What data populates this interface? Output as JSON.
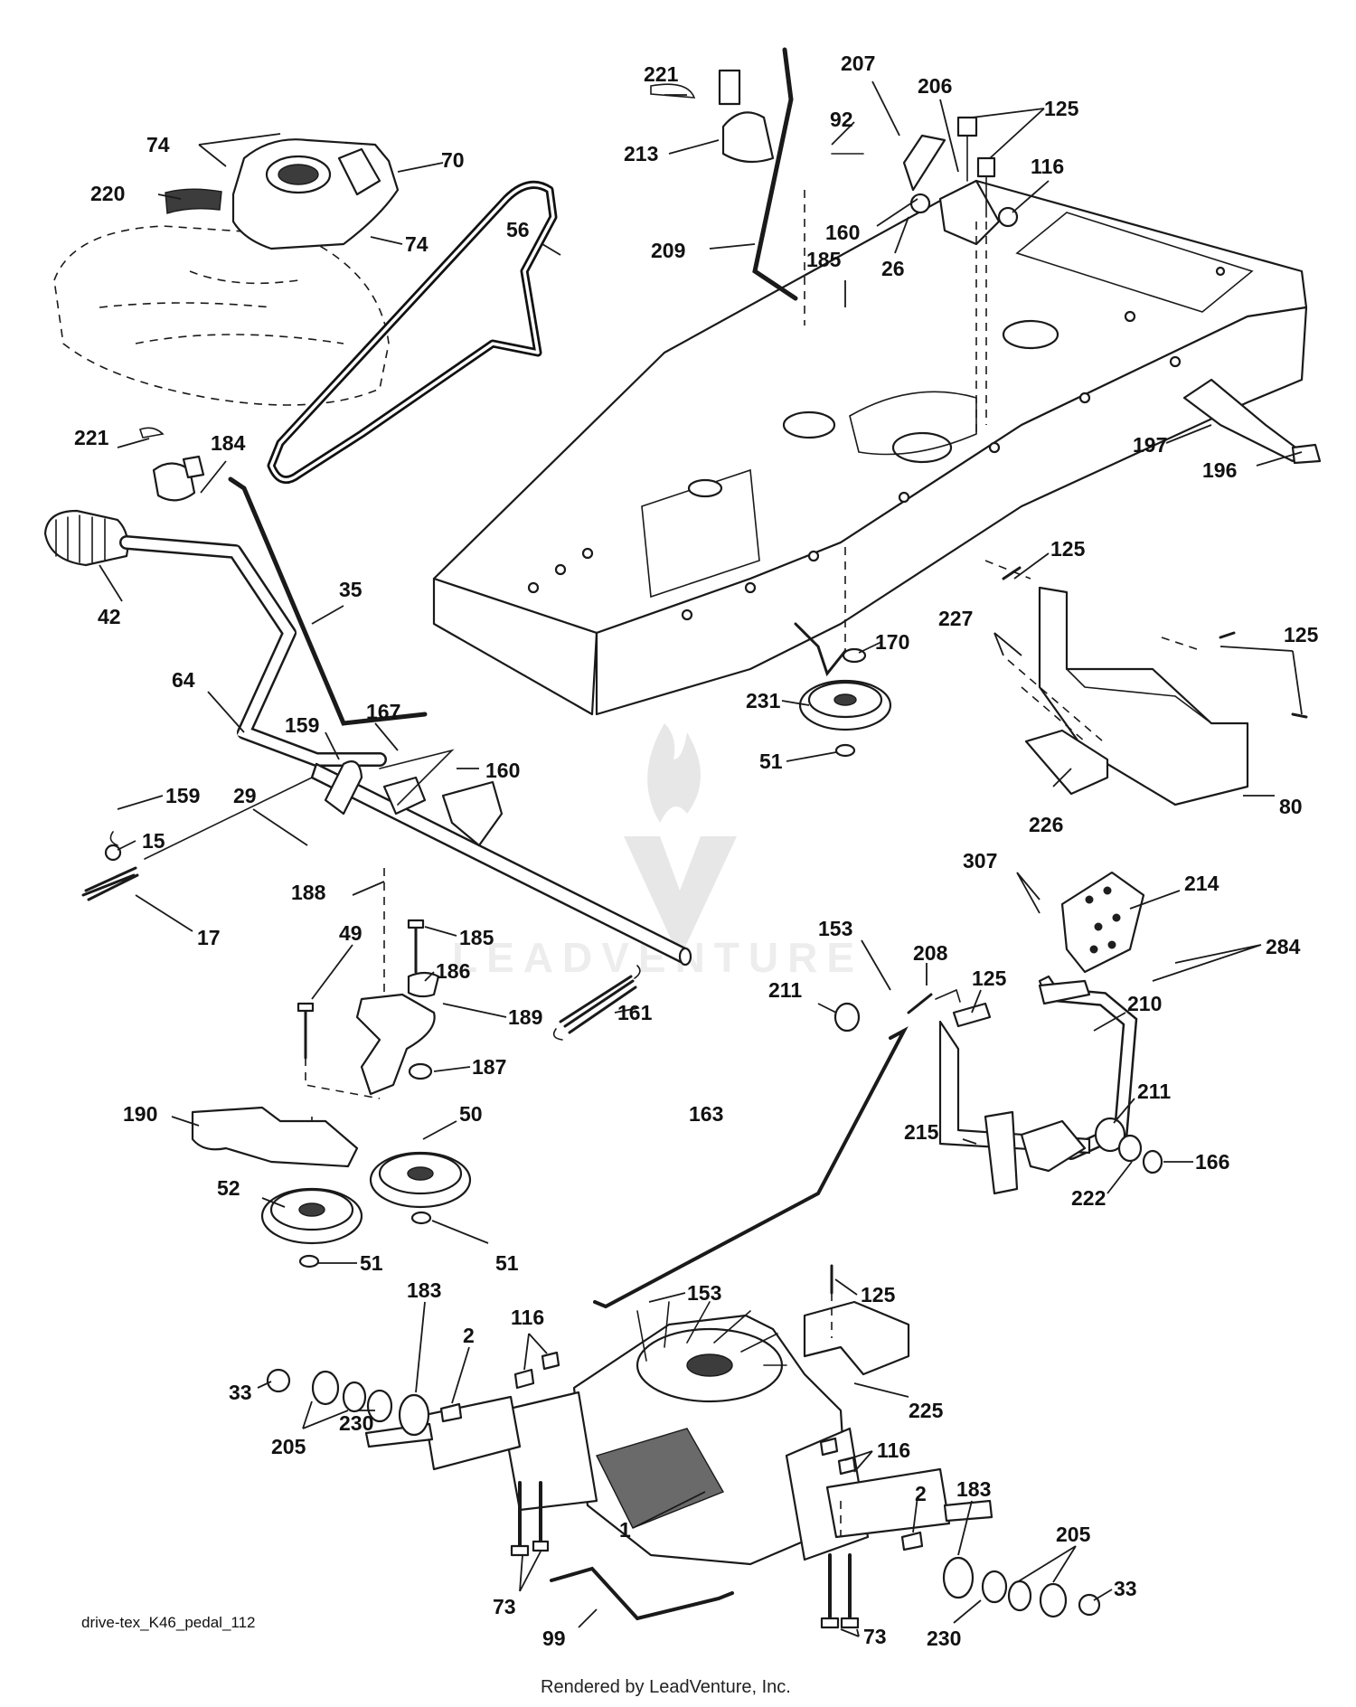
{
  "diagram": {
    "code": "drive-tex_K46_pedal_112",
    "credit": "Rendered by LeadVenture, Inc.",
    "watermark": "LEADVENTURE"
  },
  "callouts": [
    {
      "id": "c221a",
      "label": "221"
    },
    {
      "id": "c213",
      "label": "213"
    },
    {
      "id": "c74a",
      "label": "74"
    },
    {
      "id": "c70",
      "label": "70"
    },
    {
      "id": "c220",
      "label": "220"
    },
    {
      "id": "c74b",
      "label": "74"
    },
    {
      "id": "c56",
      "label": "56"
    },
    {
      "id": "c207",
      "label": "207"
    },
    {
      "id": "c92",
      "label": "92"
    },
    {
      "id": "c206",
      "label": "206"
    },
    {
      "id": "c125a",
      "label": "125"
    },
    {
      "id": "c116a",
      "label": "116"
    },
    {
      "id": "c160a",
      "label": "160"
    },
    {
      "id": "c26",
      "label": "26"
    },
    {
      "id": "c185a",
      "label": "185"
    },
    {
      "id": "c209",
      "label": "209"
    },
    {
      "id": "c197",
      "label": "197"
    },
    {
      "id": "c196",
      "label": "196"
    },
    {
      "id": "c221b",
      "label": "221"
    },
    {
      "id": "c184",
      "label": "184"
    },
    {
      "id": "c42",
      "label": "42"
    },
    {
      "id": "c35",
      "label": "35"
    },
    {
      "id": "c125b",
      "label": "125"
    },
    {
      "id": "c227",
      "label": "227"
    },
    {
      "id": "c125c",
      "label": "125"
    },
    {
      "id": "c170",
      "label": "170"
    },
    {
      "id": "c231",
      "label": "231"
    },
    {
      "id": "c51a",
      "label": "51"
    },
    {
      "id": "c64",
      "label": "64"
    },
    {
      "id": "c159a",
      "label": "159"
    },
    {
      "id": "c167",
      "label": "167"
    },
    {
      "id": "c160b",
      "label": "160"
    },
    {
      "id": "c159b",
      "label": "159"
    },
    {
      "id": "c29",
      "label": "29"
    },
    {
      "id": "c15",
      "label": "15"
    },
    {
      "id": "c188",
      "label": "188"
    },
    {
      "id": "c17",
      "label": "17"
    },
    {
      "id": "c226",
      "label": "226"
    },
    {
      "id": "c80",
      "label": "80"
    },
    {
      "id": "c307",
      "label": "307"
    },
    {
      "id": "c214",
      "label": "214"
    },
    {
      "id": "c284",
      "label": "284"
    },
    {
      "id": "c49",
      "label": "49"
    },
    {
      "id": "c185b",
      "label": "185"
    },
    {
      "id": "c186",
      "label": "186"
    },
    {
      "id": "c189",
      "label": "189"
    },
    {
      "id": "c161",
      "label": "161"
    },
    {
      "id": "c187",
      "label": "187"
    },
    {
      "id": "c153a",
      "label": "153"
    },
    {
      "id": "c208",
      "label": "208"
    },
    {
      "id": "c211a",
      "label": "211"
    },
    {
      "id": "c125d",
      "label": "125"
    },
    {
      "id": "c210",
      "label": "210"
    },
    {
      "id": "c190",
      "label": "190"
    },
    {
      "id": "c50",
      "label": "50"
    },
    {
      "id": "c163",
      "label": "163"
    },
    {
      "id": "c215",
      "label": "215"
    },
    {
      "id": "c211b",
      "label": "211"
    },
    {
      "id": "c166",
      "label": "166"
    },
    {
      "id": "c222",
      "label": "222"
    },
    {
      "id": "c52",
      "label": "52"
    },
    {
      "id": "c51b",
      "label": "51"
    },
    {
      "id": "c51c",
      "label": "51"
    },
    {
      "id": "c153b",
      "label": "153"
    },
    {
      "id": "c125e",
      "label": "125"
    },
    {
      "id": "c183a",
      "label": "183"
    },
    {
      "id": "c116b",
      "label": "116"
    },
    {
      "id": "c2a",
      "label": "2"
    },
    {
      "id": "c33a",
      "label": "33"
    },
    {
      "id": "c230a",
      "label": "230"
    },
    {
      "id": "c205a",
      "label": "205"
    },
    {
      "id": "c225",
      "label": "225"
    },
    {
      "id": "c116c",
      "label": "116"
    },
    {
      "id": "c2b",
      "label": "2"
    },
    {
      "id": "c183b",
      "label": "183"
    },
    {
      "id": "c1",
      "label": "1"
    },
    {
      "id": "c205b",
      "label": "205"
    },
    {
      "id": "c73a",
      "label": "73"
    },
    {
      "id": "c33b",
      "label": "33"
    },
    {
      "id": "c99",
      "label": "99"
    },
    {
      "id": "c73b",
      "label": "73"
    },
    {
      "id": "c230b",
      "label": "230"
    }
  ]
}
